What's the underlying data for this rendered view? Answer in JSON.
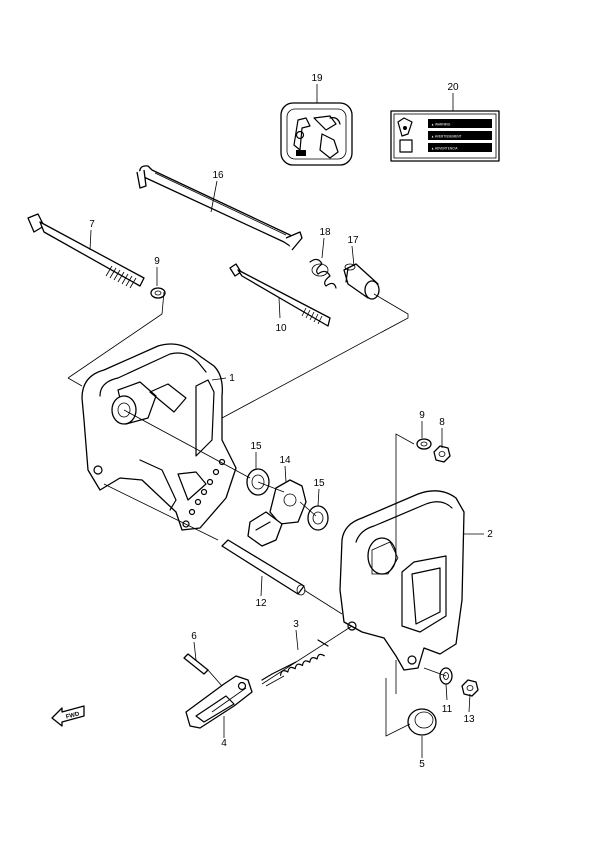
{
  "callouts": [
    {
      "id": "p1",
      "text": "1"
    },
    {
      "id": "p2",
      "text": "2"
    },
    {
      "id": "p3",
      "text": "3"
    },
    {
      "id": "p4",
      "text": "4"
    },
    {
      "id": "p5",
      "text": "5"
    },
    {
      "id": "p6",
      "text": "6"
    },
    {
      "id": "p7",
      "text": "7"
    },
    {
      "id": "p8",
      "text": "8"
    },
    {
      "id": "p9a",
      "text": "9"
    },
    {
      "id": "p9b",
      "text": "9"
    },
    {
      "id": "p10",
      "text": "10"
    },
    {
      "id": "p11",
      "text": "11"
    },
    {
      "id": "p12",
      "text": "12"
    },
    {
      "id": "p13",
      "text": "13"
    },
    {
      "id": "p14",
      "text": "14"
    },
    {
      "id": "p15a",
      "text": "15"
    },
    {
      "id": "p15b",
      "text": "15"
    },
    {
      "id": "p16",
      "text": "16"
    },
    {
      "id": "p17",
      "text": "17"
    },
    {
      "id": "p18",
      "text": "18"
    },
    {
      "id": "p19",
      "text": "19"
    },
    {
      "id": "p20",
      "text": "20"
    }
  ],
  "fwd_badge": "FWD",
  "warning_label_lines": [
    "▲ WARNING",
    "▲ AVERTISSEMENT",
    "▲ ADVERTENCIA"
  ],
  "icons": [
    "fwd-arrow-icon",
    "warning-triangle-icon",
    "tilt-lever-pictogram-icon"
  ]
}
